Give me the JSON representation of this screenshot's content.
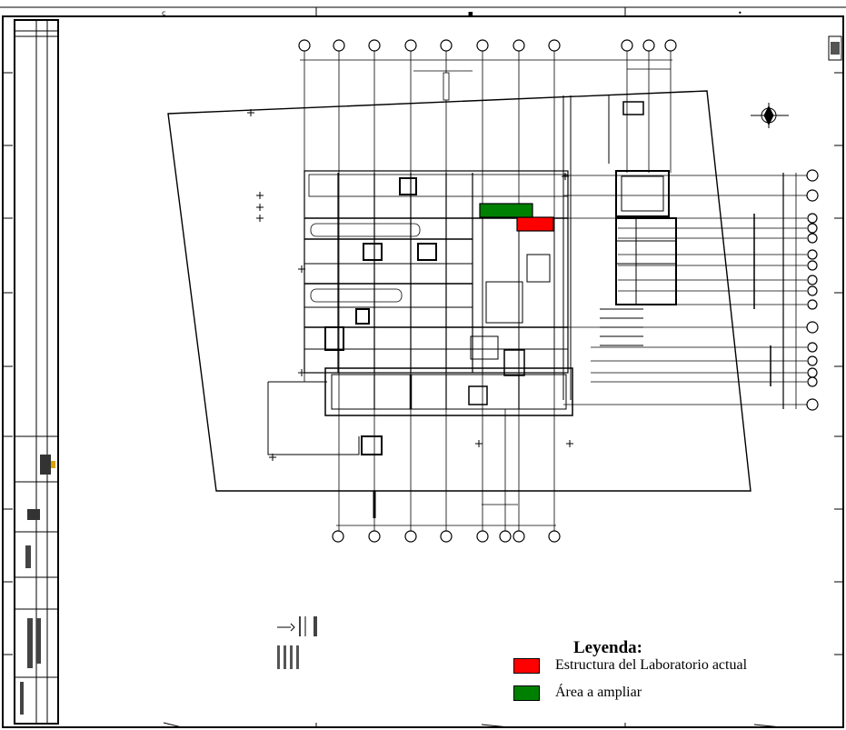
{
  "legend": {
    "title": "Leyenda:",
    "items": [
      {
        "label": "Estructura del Laboratorio actual",
        "color": "#ff0000"
      },
      {
        "label": "Área a ampliar",
        "color": "#008000"
      }
    ]
  },
  "highlights": {
    "current_lab_color": "#ff0000",
    "expansion_area_color": "#008000"
  },
  "frame": {
    "top_zone_marks": [
      "c",
      "■",
      "•"
    ]
  }
}
